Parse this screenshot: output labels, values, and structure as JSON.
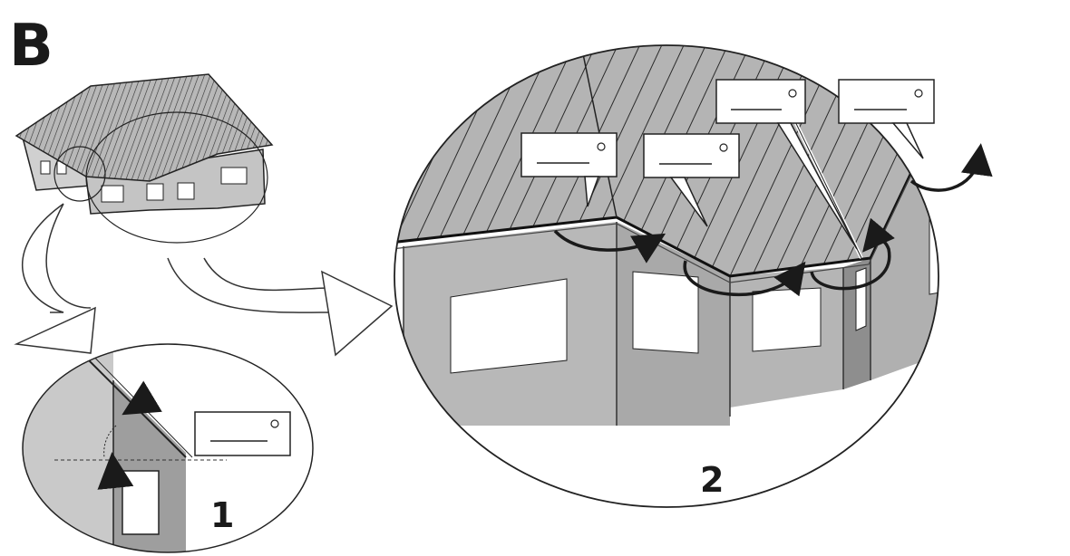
{
  "figure_label": "B",
  "detail_labels": [
    "1",
    "2"
  ],
  "callouts": {
    "count_detail_1": 1,
    "count_detail_2": 4,
    "degree_symbol": "°"
  },
  "colors": {
    "ink": "#1a1a1a",
    "wall": "#bdbdbd",
    "wall_dark": "#9a9a9a",
    "wall_light": "#d6d6d6",
    "roof": "#a8a8a8",
    "window": "#ffffff",
    "background": "#ffffff"
  }
}
